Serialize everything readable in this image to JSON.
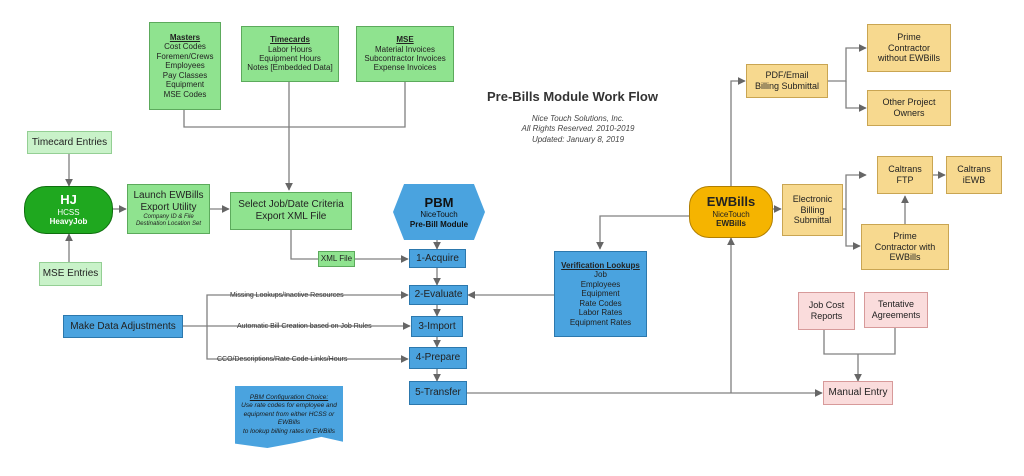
{
  "title": "Pre-Bills Module Work Flow",
  "credits": [
    "Nice Touch Solutions, Inc.",
    "All Rights Reserved. 2010-2019",
    "Updated: January 8, 2019"
  ],
  "masters": {
    "heading": "Masters",
    "items": [
      "Cost Codes",
      "Foremen/Crews",
      "Employees",
      "Pay Classes",
      "Equipment",
      "MSE Codes"
    ]
  },
  "timecards": {
    "heading": "Timecards",
    "items": [
      "Labor Hours",
      "Equipment Hours",
      "Notes [Embedded Data]"
    ]
  },
  "mse": {
    "heading": "MSE",
    "items": [
      "Material Invoices",
      "Subcontractor Invoices",
      "Expense Invoices"
    ]
  },
  "timecard_entries": "Timecard Entries",
  "mse_entries": "MSE Entries",
  "hj": {
    "name": "HJ",
    "line1": "HCSS",
    "line2": "HeavyJob"
  },
  "launch": {
    "line1": "Launch EWBills",
    "line2": "Export Utility",
    "sub1": "Company ID & File",
    "sub2": "Destination Location Set"
  },
  "select": {
    "line1": "Select Job/Date Criteria",
    "line2": "Export XML File"
  },
  "xml_file": "XML File",
  "pbm": {
    "name": "PBM",
    "line1": "NiceTouch",
    "line2": "Pre-Bill Module"
  },
  "steps": [
    "1-Acquire",
    "2-Evaluate",
    "3-Import",
    "4-Prepare",
    "5-Transfer"
  ],
  "labels": {
    "missing": "Missing Lookups/Inactive Resources",
    "auto": "Automatic Bill Creation based on Job Rules",
    "cco": "CCO/Descriptions/Rate Code Links/Hours"
  },
  "make_adjustments": "Make Data Adjustments",
  "config_note": {
    "heading": "PBM Configuration Choice:",
    "lines": [
      "Use rate codes for employee and",
      "equipment from either HCSS or EWBills",
      "to lookup billing rates in EWBills"
    ]
  },
  "verification": {
    "heading": "Verification Lookups",
    "items": [
      "Job",
      "Employees",
      "Equipment",
      "Rate Codes",
      "Labor Rates",
      "Equipment Rates"
    ]
  },
  "ewbills": {
    "name": "EWBills",
    "line1": "NiceTouch",
    "line2": "EWBills"
  },
  "pdf_email": {
    "line1": "PDF/Email",
    "line2": "Billing Submittal"
  },
  "prime_without": {
    "line1": "Prime",
    "line2": "Contractor",
    "line3": "without EWBills"
  },
  "other_owners": {
    "line1": "Other Project",
    "line2": "Owners"
  },
  "electronic": {
    "line1": "Electronic",
    "line2": "Billing",
    "line3": "Submittal"
  },
  "caltrans_ftp": {
    "line1": "Caltrans",
    "line2": "FTP"
  },
  "caltrans_iewb": {
    "line1": "Caltrans",
    "line2": "iEWB"
  },
  "prime_with": {
    "line1": "Prime",
    "line2": "Contractor with",
    "line3": "EWBills"
  },
  "job_cost": {
    "line1": "Job Cost",
    "line2": "Reports"
  },
  "tentative": {
    "line1": "Tentative",
    "line2": "Agreements"
  },
  "manual_entry": "Manual Entry"
}
